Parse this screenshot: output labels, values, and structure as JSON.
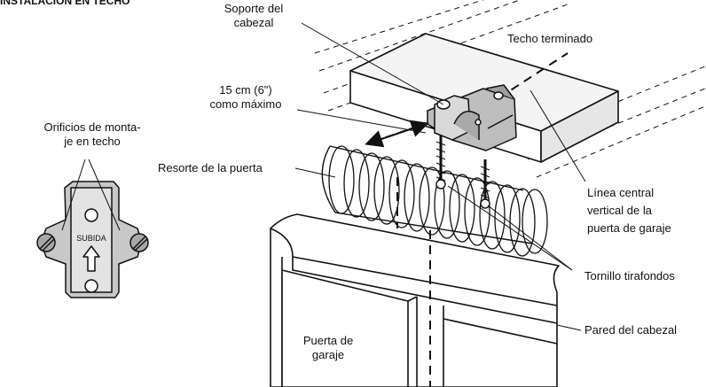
{
  "title": "INSTALACIÓN EN TECHO",
  "labels": {
    "soporte_line1": "Soporte del",
    "soporte_line2": "cabezal",
    "techo": "Techo terminado",
    "medida_line1": "15 cm (6\")",
    "medida_line2": "como máximo",
    "orificios_line1": "Orificios de monta-",
    "orificios_line2": "je en techo",
    "resorte": "Resorte de la puerta",
    "linea_line1": "Línea central",
    "linea_line2": "vertical de la",
    "linea_line3": "puerta de garaje",
    "tornillo": "Tornillo tirafondos",
    "pared": "Pared del cabezal",
    "puerta_line1": "Puerta de",
    "puerta_line2": "garaje",
    "subida": "SUBIDA"
  },
  "colors": {
    "line": "#111111",
    "bracket_fill": "#c8c8c8",
    "bracket_dark": "#8a8a8a",
    "box_fill": "#f2f2f2"
  }
}
